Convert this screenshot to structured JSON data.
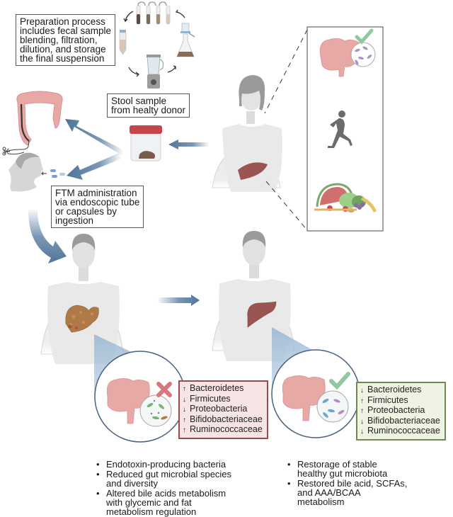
{
  "preparation": {
    "lines": [
      "Preparation process",
      "includes fecal sample",
      "blending, filtration,",
      "dilution, and storage",
      "the final suspension"
    ]
  },
  "stool": {
    "lines": [
      "Stool sample",
      "from healty donor"
    ]
  },
  "administration": {
    "lines": [
      "FTM administration",
      "via endoscopic tube",
      "or capsules by",
      "ingestion"
    ]
  },
  "diseased": {
    "bacteria": [
      {
        "dir": "↑",
        "name": "Bacteroidetes"
      },
      {
        "dir": "↓",
        "name": "Firmicutes"
      },
      {
        "dir": "↓",
        "name": "Proteobacteria"
      },
      {
        "dir": "↑",
        "name": "Bifidobacteriaceae"
      },
      {
        "dir": "↑",
        "name": "Ruminococcaceae"
      }
    ],
    "bullets": [
      [
        "Endotoxin-producing bacteria"
      ],
      [
        "Reduced gut microbial species",
        "and diversity"
      ],
      [
        "Altered bile acids metabolism",
        "with glycemic and fat",
        "metabolism regulation"
      ]
    ]
  },
  "healthy": {
    "bacteria": [
      {
        "dir": "↓",
        "name": "Bacteroidetes"
      },
      {
        "dir": "↑",
        "name": "Firmicutes"
      },
      {
        "dir": "↑",
        "name": "Proteobacteria"
      },
      {
        "dir": "↓",
        "name": "Bifidobacteriaceae"
      },
      {
        "dir": "↓",
        "name": "Ruminococcaceae"
      }
    ],
    "bullets": [
      [
        "Restorage of stable",
        "healthy gut microbiota"
      ],
      [
        "Restored bile acid, SCFAs,",
        "and AAA/BCAA",
        "metabolism"
      ]
    ]
  },
  "colors": {
    "arrow": "#5a7fa3",
    "liver_healthy": "#9a5552",
    "liver_diseased": "#b07a48",
    "cross": "#d9787c",
    "check": "#8fc9a0",
    "red_border": "#9b4a4e",
    "green_border": "#6f8a4d"
  }
}
